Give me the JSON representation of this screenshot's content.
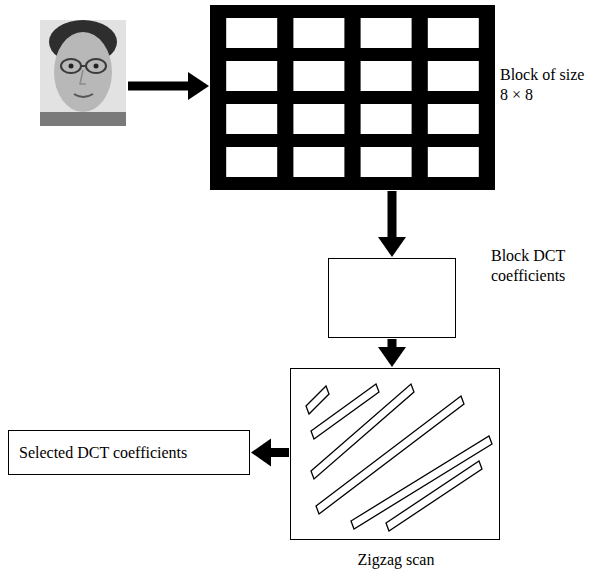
{
  "diagram": {
    "nodes": [
      {
        "text": [
          "Block of size 8 × 8"
        ]
      },
      {
        "text": [
          "Block DCT coefficients"
        ]
      },
      {
        "text": [
          "Zigzag scan"
        ]
      },
      {
        "text": [
          "Selected DCT coefficients"
        ]
      }
    ],
    "edges": [
      {
        "from": 0,
        "to": 1,
        "arrow": "to"
      },
      {
        "from": 1,
        "to": 2,
        "arrow": "to"
      },
      {
        "from": 2,
        "to": 3,
        "arrow": "to"
      }
    ]
  }
}
